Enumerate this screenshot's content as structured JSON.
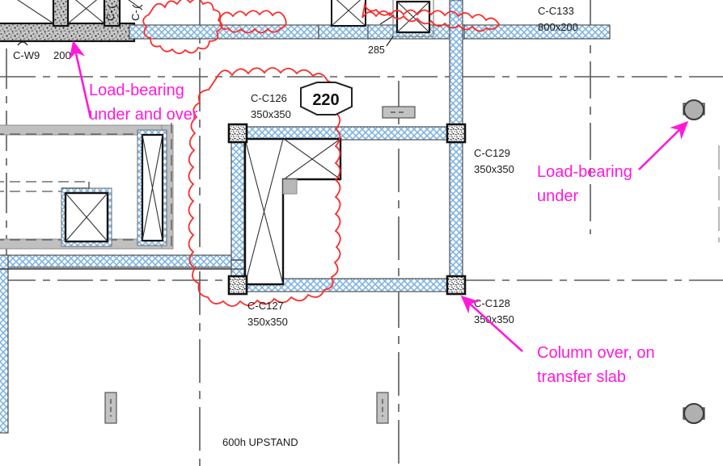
{
  "drawing": {
    "kind": "structural-floor-plan",
    "colors": {
      "annotation": "#ff1ad9",
      "cloud": "#fc2b2b",
      "wall_hatch": "#5b9bd5",
      "concrete_fill": "#b3b3b3",
      "line": "#1a1a1a",
      "grid": "#555555"
    }
  },
  "labels": {
    "wall_cw9": {
      "tag": "C-W9",
      "size": "200"
    },
    "column_126": {
      "tag": "C-C126",
      "size": "350x350"
    },
    "column_127": {
      "tag": "C-C127",
      "size": "350x350"
    },
    "column_128": {
      "tag": "C-C128",
      "size": "350x350"
    },
    "column_129": {
      "tag": "C-C129",
      "size": "350x350"
    },
    "beam_133": {
      "tag": "C-C133",
      "size": "800x200"
    },
    "dim_285": "285",
    "slab_tag_220": "220",
    "upstand": "600h UPSTAND"
  },
  "annotations": [
    {
      "id": "load-bearing-under-and-over",
      "line1": "Load-bearing",
      "line2": "under and over"
    },
    {
      "id": "load-bearing-under",
      "line1": "Load-bearing",
      "line2": "under"
    },
    {
      "id": "column-over-transfer-slab",
      "line1": "Column over, on",
      "line2": "transfer slab"
    }
  ]
}
